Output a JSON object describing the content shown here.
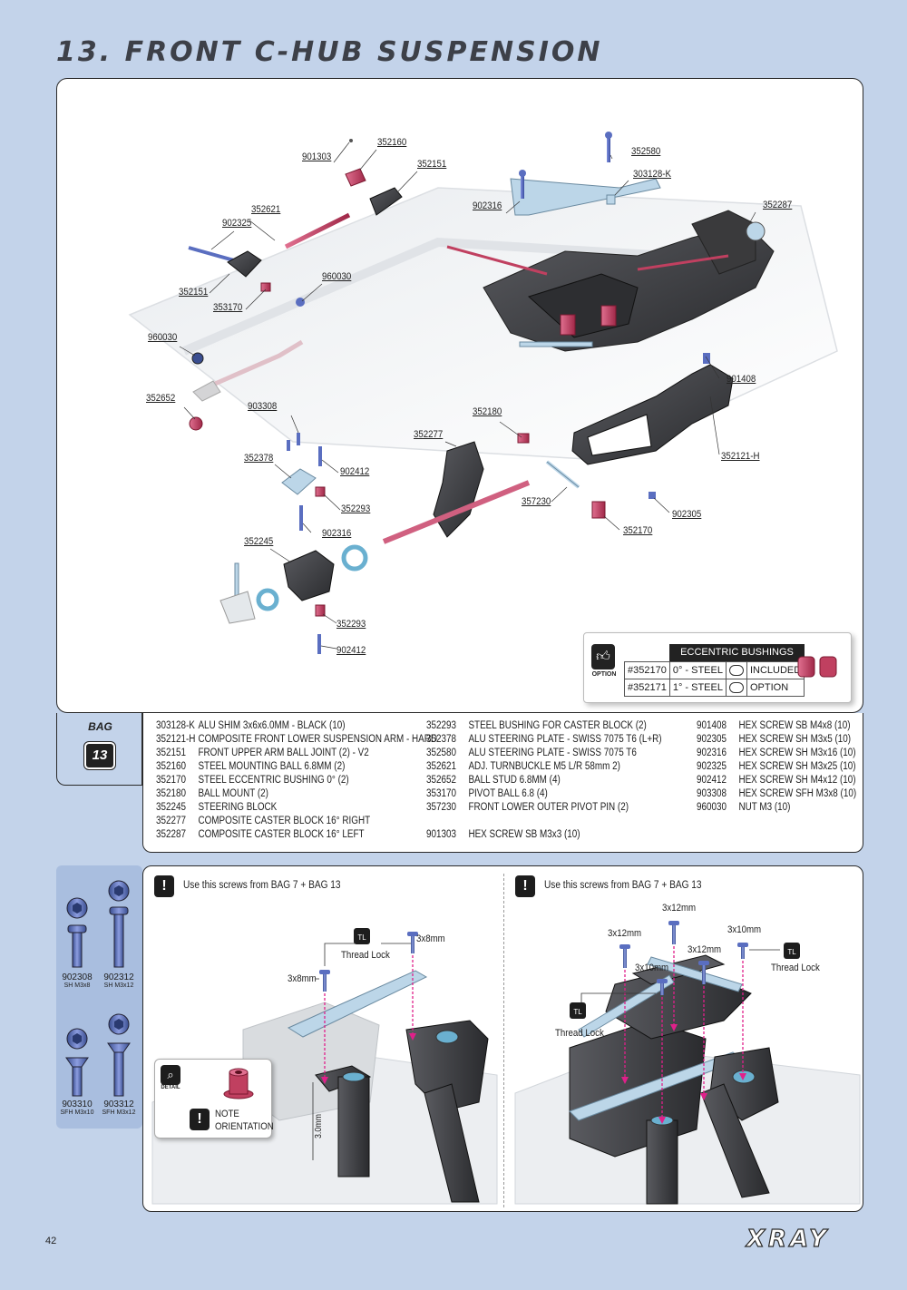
{
  "page": {
    "title": "13. FRONT C-HUB SUSPENSION",
    "page_number": "42",
    "logo_text": "XRAY"
  },
  "callouts": [
    {
      "id": "c1",
      "label": "901303"
    },
    {
      "id": "c2",
      "label": "352160"
    },
    {
      "id": "c3",
      "label": "352151"
    },
    {
      "id": "c4",
      "label": "352580"
    },
    {
      "id": "c5",
      "label": "303128-K"
    },
    {
      "id": "c6",
      "label": "902316"
    },
    {
      "id": "c7",
      "label": "352287"
    },
    {
      "id": "c8",
      "label": "352621"
    },
    {
      "id": "c9",
      "label": "902325"
    },
    {
      "id": "c10",
      "label": "960030"
    },
    {
      "id": "c11",
      "label": "352151"
    },
    {
      "id": "c12",
      "label": "353170"
    },
    {
      "id": "c13",
      "label": "960030"
    },
    {
      "id": "c14",
      "label": "901408"
    },
    {
      "id": "c15",
      "label": "352652"
    },
    {
      "id": "c16",
      "label": "903308"
    },
    {
      "id": "c17",
      "label": "352180"
    },
    {
      "id": "c18",
      "label": "352277"
    },
    {
      "id": "c19",
      "label": "352121-H"
    },
    {
      "id": "c20",
      "label": "352378"
    },
    {
      "id": "c21",
      "label": "902412"
    },
    {
      "id": "c22",
      "label": "352293"
    },
    {
      "id": "c23",
      "label": "357230"
    },
    {
      "id": "c24",
      "label": "902305"
    },
    {
      "id": "c25",
      "label": "902316"
    },
    {
      "id": "c26",
      "label": "352170"
    },
    {
      "id": "c27",
      "label": "352245"
    },
    {
      "id": "c28",
      "label": "352293"
    },
    {
      "id": "c29",
      "label": "902412"
    }
  ],
  "eccentric_bushings": {
    "title": "ECCENTRIC BUSHINGS",
    "option_label": "OPTION",
    "rows": [
      {
        "part": "#352170",
        "angle": "0° - STEEL",
        "status": "INCLUDED"
      },
      {
        "part": "#352171",
        "angle": "1° - STEEL",
        "status": "OPTION"
      }
    ]
  },
  "bag": {
    "label": "BAG",
    "number": "13"
  },
  "parts_list": {
    "col1": [
      {
        "code": "303128-K",
        "desc": "ALU SHIM 3x6x6.0MM - BLACK (10)"
      },
      {
        "code": "352121-H",
        "desc": "COMPOSITE FRONT LOWER SUSPENSION ARM - HARD"
      },
      {
        "code": "352151",
        "desc": "FRONT UPPER ARM BALL JOINT (2) - V2"
      },
      {
        "code": "352160",
        "desc": "STEEL MOUNTING BALL 6.8MM (2)"
      },
      {
        "code": "352170",
        "desc": "STEEL ECCENTRIC BUSHING 0°  (2)"
      },
      {
        "code": "352180",
        "desc": "BALL MOUNT (2)"
      },
      {
        "code": "352245",
        "desc": "STEERING BLOCK"
      },
      {
        "code": "352277",
        "desc": "COMPOSITE CASTER BLOCK 16° RIGHT"
      },
      {
        "code": "352287",
        "desc": "COMPOSITE CASTER BLOCK 16° LEFT"
      }
    ],
    "col2": [
      {
        "code": "352293",
        "desc": "STEEL BUSHING FOR CASTER BLOCK (2)"
      },
      {
        "code": "352378",
        "desc": "ALU STEERING PLATE - SWISS 7075 T6 (L+R)"
      },
      {
        "code": "352580",
        "desc": "ALU STEERING PLATE - SWISS 7075 T6"
      },
      {
        "code": "352621",
        "desc": "ADJ. TURNBUCKLE M5 L/R 58mm 2)"
      },
      {
        "code": "352652",
        "desc": "BALL STUD 6.8MM (4)"
      },
      {
        "code": "353170",
        "desc": "PIVOT BALL 6.8 (4)"
      },
      {
        "code": "357230",
        "desc": "FRONT LOWER OUTER PIVOT PIN (2)"
      },
      {
        "code": "",
        "desc": ""
      },
      {
        "code": "901303",
        "desc": "HEX SCREW SB M3x3  (10)"
      }
    ],
    "col3": [
      {
        "code": "901408",
        "desc": "HEX SCREW SB M4x8  (10)"
      },
      {
        "code": "902305",
        "desc": "HEX SCREW SH M3x5  (10)"
      },
      {
        "code": "902316",
        "desc": "HEX SCREW SH M3x16  (10)"
      },
      {
        "code": "902325",
        "desc": "HEX SCREW SH M3x25  (10)"
      },
      {
        "code": "902412",
        "desc": "HEX SCREW SH M4x12  (10)"
      },
      {
        "code": "903308",
        "desc": "HEX SCREW SFH M3x8  (10)"
      },
      {
        "code": "960030",
        "desc": "NUT M3  (10)"
      }
    ]
  },
  "screws": [
    {
      "code": "902308",
      "size": "SH M3x8"
    },
    {
      "code": "902312",
      "size": "SH M3x12"
    },
    {
      "code": "903310",
      "size": "SFH M3x10"
    },
    {
      "code": "903312",
      "size": "SFH M3x12"
    }
  ],
  "bottom_left": {
    "warning": "Use this screws from BAG 7 + BAG 13",
    "thread_lock": "Thread Lock",
    "dim1": "3x8mm",
    "dim2": "3x8mm",
    "dim3": "3.0mm",
    "detail_note_1": "NOTE",
    "detail_note_2": "ORIENTATION",
    "detail_label": "DETAIL"
  },
  "bottom_right": {
    "warning": "Use this screws from BAG 7 + BAG 13",
    "dim_top": "3x12mm",
    "dim_left": "3x12mm",
    "dim_mid": "3x12mm",
    "dim_right": "3x10mm",
    "dim_center": "3x10mm",
    "thread_lock_left": "Thread Lock",
    "thread_lock_right": "Thread Lock"
  },
  "colors": {
    "background": "#c3d3ea",
    "panel": "#ffffff",
    "part_dark": "#3a3a3c",
    "part_red": "#c04060",
    "part_blue": "#5a6ec0",
    "part_alu": "#bcd6e8",
    "arrow": "#e0208a"
  }
}
